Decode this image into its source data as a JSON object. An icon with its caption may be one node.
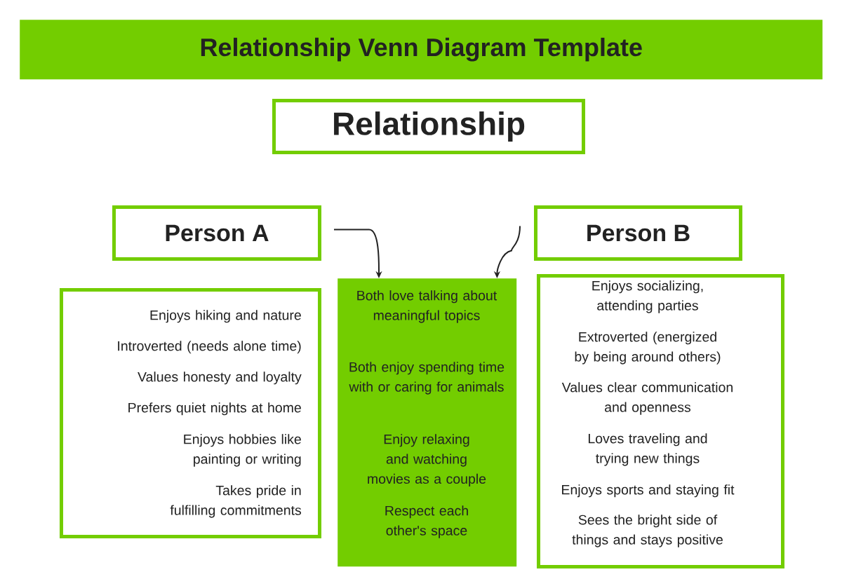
{
  "diagram": {
    "title": "Relationship Venn Diagram Template",
    "nodes": [
      {
        "text": [
          "Relationship"
        ]
      },
      {
        "text": [
          "Person A"
        ]
      },
      {
        "text": [
          "Person B"
        ]
      },
      {
        "text": [
          "Enjoys hiking and nature",
          "Introverted (needs alone time)",
          "Values honesty and loyalty",
          "Prefers quiet nights at home",
          "Enjoys hobbies like painting or writing",
          "Takes pride in fulfilling commitments"
        ]
      },
      {
        "text": [
          "Both love talking about meaningful topics",
          "Both enjoy spending time with or caring for animals",
          "Enjoy relaxing and watching movies as a couple",
          "Respect each other's space"
        ]
      },
      {
        "text": [
          "Enjoys socializing, attending parties",
          "Extroverted (energized by being around others)",
          "Values clear communication and openness",
          "Loves traveling and trying new things",
          "Enjoys sports and staying fit",
          "Sees the bright side of things and stays positive"
        ]
      }
    ],
    "edges": [
      {
        "from": 1,
        "to": 4,
        "arrow": "to"
      },
      {
        "from": 2,
        "to": 4,
        "arrow": "to"
      }
    ]
  }
}
